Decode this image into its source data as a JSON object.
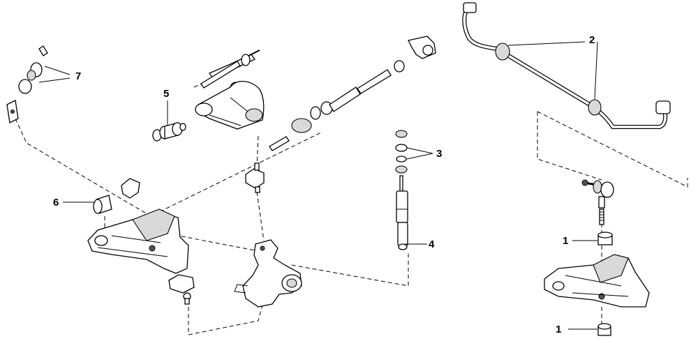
{
  "diagram": {
    "callouts": [
      {
        "id": "c2",
        "label": "2"
      },
      {
        "id": "c7",
        "label": "7"
      },
      {
        "id": "c5",
        "label": "5"
      },
      {
        "id": "c3",
        "label": "3"
      },
      {
        "id": "c6",
        "label": "6"
      },
      {
        "id": "c4",
        "label": "4"
      },
      {
        "id": "c1a",
        "label": "1"
      },
      {
        "id": "c1b",
        "label": "1"
      }
    ]
  }
}
